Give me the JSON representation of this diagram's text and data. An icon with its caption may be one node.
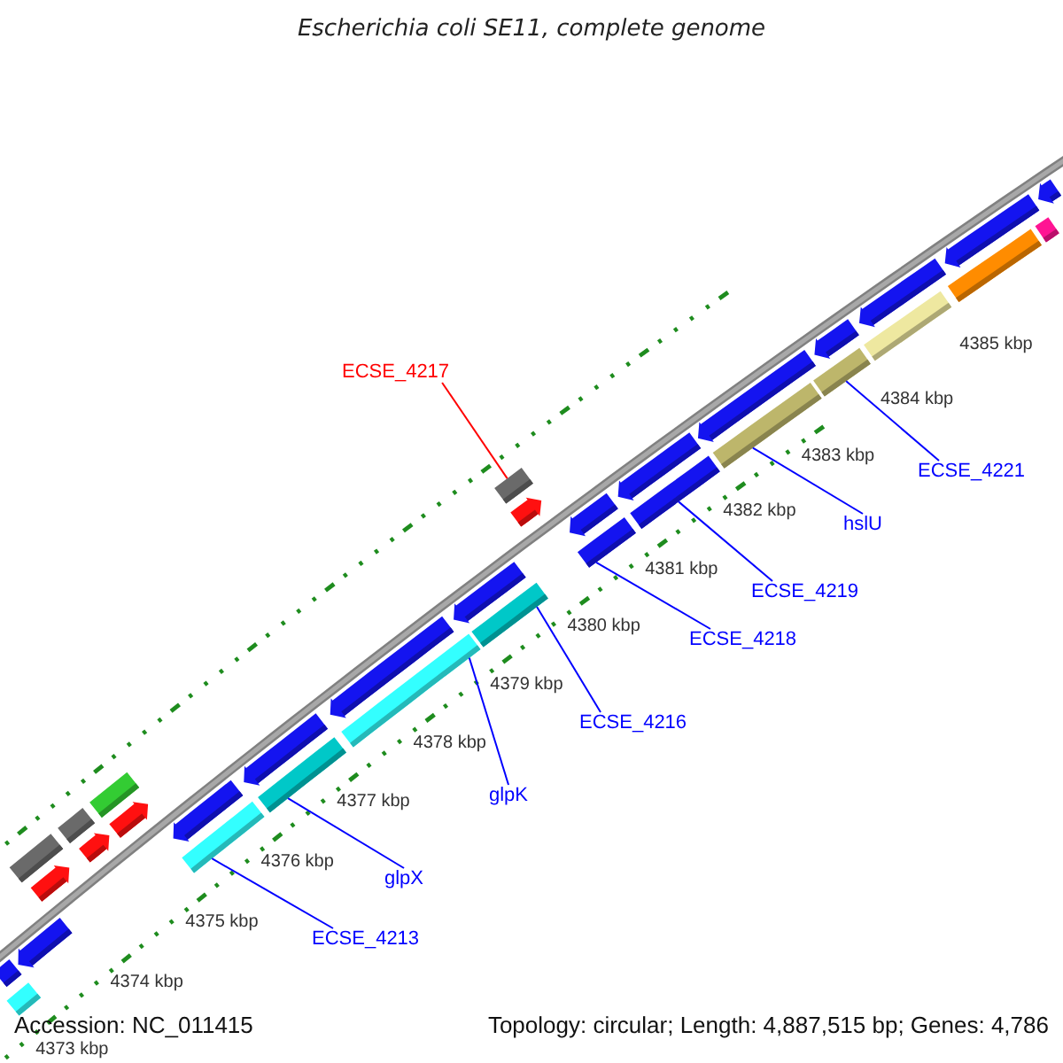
{
  "diagram": {
    "title": "Escherichia coli SE11, complete genome",
    "nodes": [
      {
        "text": [
          "ECSE_4217"
        ]
      },
      {
        "text": [
          "ECSE_4213"
        ]
      },
      {
        "text": [
          "glpX"
        ]
      },
      {
        "text": [
          "glpK"
        ]
      },
      {
        "text": [
          "ECSE_4216"
        ]
      },
      {
        "text": [
          "ECSE_4218"
        ]
      },
      {
        "text": [
          "ECSE_4219"
        ]
      },
      {
        "text": [
          "hslU"
        ]
      },
      {
        "text": [
          "ECSE_4221"
        ]
      },
      {
        "text": [],
        "shape": "bar"
      },
      {
        "text": [],
        "shape": "bar"
      },
      {
        "text": [],
        "shape": "bar"
      },
      {
        "text": [],
        "shape": "bar"
      },
      {
        "text": [],
        "shape": "bar"
      },
      {
        "text": [],
        "shape": "bar"
      },
      {
        "text": [],
        "shape": "bar"
      },
      {
        "text": [],
        "shape": "bar"
      },
      {
        "text": [],
        "shape": "bar"
      },
      {
        "text": [],
        "shape": "bar"
      },
      {
        "text": [],
        "shape": "bar"
      },
      {
        "text": [],
        "shape": "bar"
      },
      {
        "text": [],
        "shape": "bar"
      },
      {
        "text": [],
        "shape": "bar"
      },
      {
        "text": [],
        "shape": "bar"
      },
      {
        "text": [],
        "shape": "bar"
      },
      {
        "text": [],
        "shape": "bar"
      },
      {
        "text": [],
        "shape": "bar"
      },
      {
        "text": [],
        "shape": "bar"
      },
      {
        "text": [],
        "shape": "bar"
      },
      {
        "text": [],
        "shape": "bar"
      },
      {
        "text": [],
        "shape": "bar"
      },
      {
        "text": [],
        "shape": "bar"
      },
      {
        "text": [],
        "shape": "bar"
      },
      {
        "text": [],
        "shape": "bar"
      },
      {
        "text": [],
        "shape": "bar"
      },
      {
        "text": [],
        "shape": "bar"
      },
      {
        "text": [],
        "shape": "bar"
      },
      {
        "text": [],
        "shape": "bar"
      },
      {
        "text": [],
        "shape": "bar"
      },
      {
        "text": [],
        "shape": "bar"
      },
      {
        "text": [],
        "shape": "bar"
      },
      {
        "text": [],
        "shape": "bar"
      }
    ],
    "edges": [
      {
        "from": 0,
        "to": 27,
        "arrow": "none",
        "color": "#ff0000"
      },
      {
        "from": 1,
        "to": 18,
        "arrow": "none"
      },
      {
        "from": 2,
        "to": 21,
        "arrow": "none"
      },
      {
        "from": 3,
        "to": 22,
        "arrow": "none"
      },
      {
        "from": 4,
        "to": 25,
        "arrow": "none"
      },
      {
        "from": 5,
        "to": 28,
        "arrow": "none"
      },
      {
        "from": 6,
        "to": 31,
        "arrow": "none"
      },
      {
        "from": 7,
        "to": 33,
        "arrow": "none"
      },
      {
        "from": 8,
        "to": 34,
        "arrow": "none"
      }
    ],
    "labels": [
      "4385 kbp",
      "4384 kbp",
      "4383 kbp",
      "4382 kbp",
      "4381 kbp",
      "4380 kbp",
      "4379 kbp",
      "4378 kbp",
      "4377 kbp",
      "4376 kbp",
      "4375 kbp",
      "4374 kbp",
      "Accession: NC_011415",
      "Topology: circular; Length: 4,887,515 bp; Genes: 4,786",
      "4373 kbp"
    ]
  }
}
